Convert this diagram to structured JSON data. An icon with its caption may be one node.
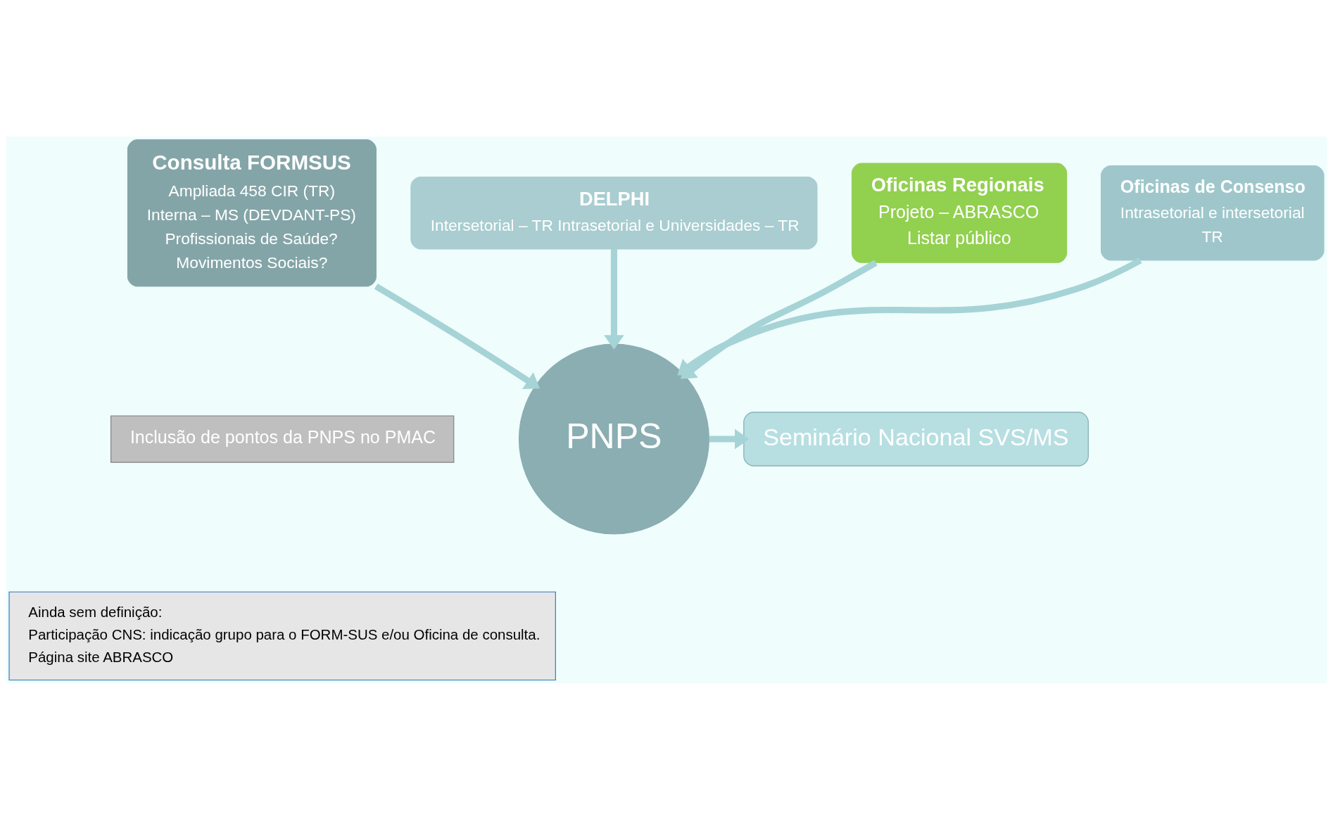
{
  "diagram": {
    "nodes": [
      {
        "text": [
          "Consulta FORMSUS",
          "Ampliada 458 CIR (TR)",
          "Interna – MS (DEVDANT-PS)",
          "Profissionais de Saúde?",
          "Movimentos Sociais?"
        ]
      },
      {
        "text": [
          "DELPHI",
          "Intersetorial – TR Intrasetorial e Universidades – TR"
        ]
      },
      {
        "text": [
          "Oficinas Regionais",
          "Projeto – ABRASCO",
          "Listar público"
        ]
      },
      {
        "text": [
          "Oficinas de Consenso",
          "Intrasetorial e intersetorial",
          "TR"
        ]
      },
      {
        "text": [
          "Inclusão de pontos da PNPS no PMAC"
        ]
      },
      {
        "text": [
          "Ainda sem definição:",
          "Participação CNS: indicação grupo para o FORM-SUS e/ou Oficina de consulta.",
          "Página site ABRASCO"
        ]
      },
      {
        "text": [
          "PNPS"
        ]
      },
      {
        "text": [
          "Seminário Nacional SVS/MS"
        ]
      }
    ],
    "edges": [
      {
        "from": 0,
        "to": 6,
        "arrow": "to"
      },
      {
        "from": 1,
        "to": 6,
        "arrow": "to"
      },
      {
        "from": 2,
        "to": 6,
        "arrow": "to"
      },
      {
        "from": 3,
        "to": 6,
        "arrow": "to"
      },
      {
        "from": 6,
        "to": 7,
        "arrow": "to"
      }
    ]
  }
}
